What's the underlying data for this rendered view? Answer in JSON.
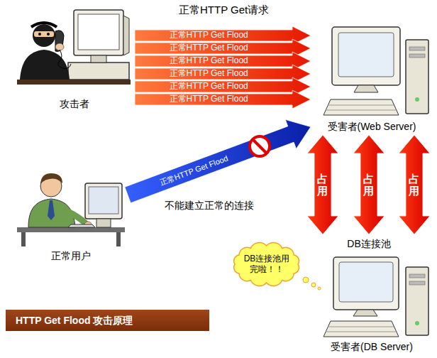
{
  "diagram": {
    "caption": "HTTP Get Flood 攻击原理",
    "nodes": [
      {
        "text": [
          "攻击者"
        ]
      },
      {
        "text": [
          "受害者(Web Server)"
        ]
      },
      {
        "text": [
          "正常用户"
        ]
      },
      {
        "text": [
          "DB连接池用完啦！！"
        ]
      },
      {
        "text": [
          "受害者(DB Server)"
        ]
      }
    ],
    "edges": [
      {
        "from": 0,
        "to": 1,
        "label": "正常HTTP Get Flood",
        "arrow": "to"
      },
      {
        "from": 0,
        "to": 1,
        "label": "正常HTTP Get Flood",
        "arrow": "to"
      },
      {
        "from": 0,
        "to": 1,
        "label": "正常HTTP Get Flood",
        "arrow": "to"
      },
      {
        "from": 0,
        "to": 1,
        "label": "正常HTTP Get Flood",
        "arrow": "to"
      },
      {
        "from": 0,
        "to": 1,
        "label": "正常HTTP Get Flood",
        "arrow": "to"
      },
      {
        "from": 0,
        "to": 1,
        "label": "正常HTTP Get Flood",
        "arrow": "to"
      },
      {
        "from": 2,
        "to": 1,
        "label": "正常HTTP Get Flood",
        "arrow": "to"
      },
      {
        "from": 1,
        "to": 4,
        "label": "占用",
        "arrow": "both"
      },
      {
        "from": 1,
        "to": 4,
        "label": "占用",
        "arrow": "both"
      },
      {
        "from": 1,
        "to": 4,
        "label": "占用",
        "arrow": "both"
      }
    ],
    "labels": [
      "正常HTTP Get请求",
      "不能建立正常的连接",
      "DB连接池"
    ]
  }
}
